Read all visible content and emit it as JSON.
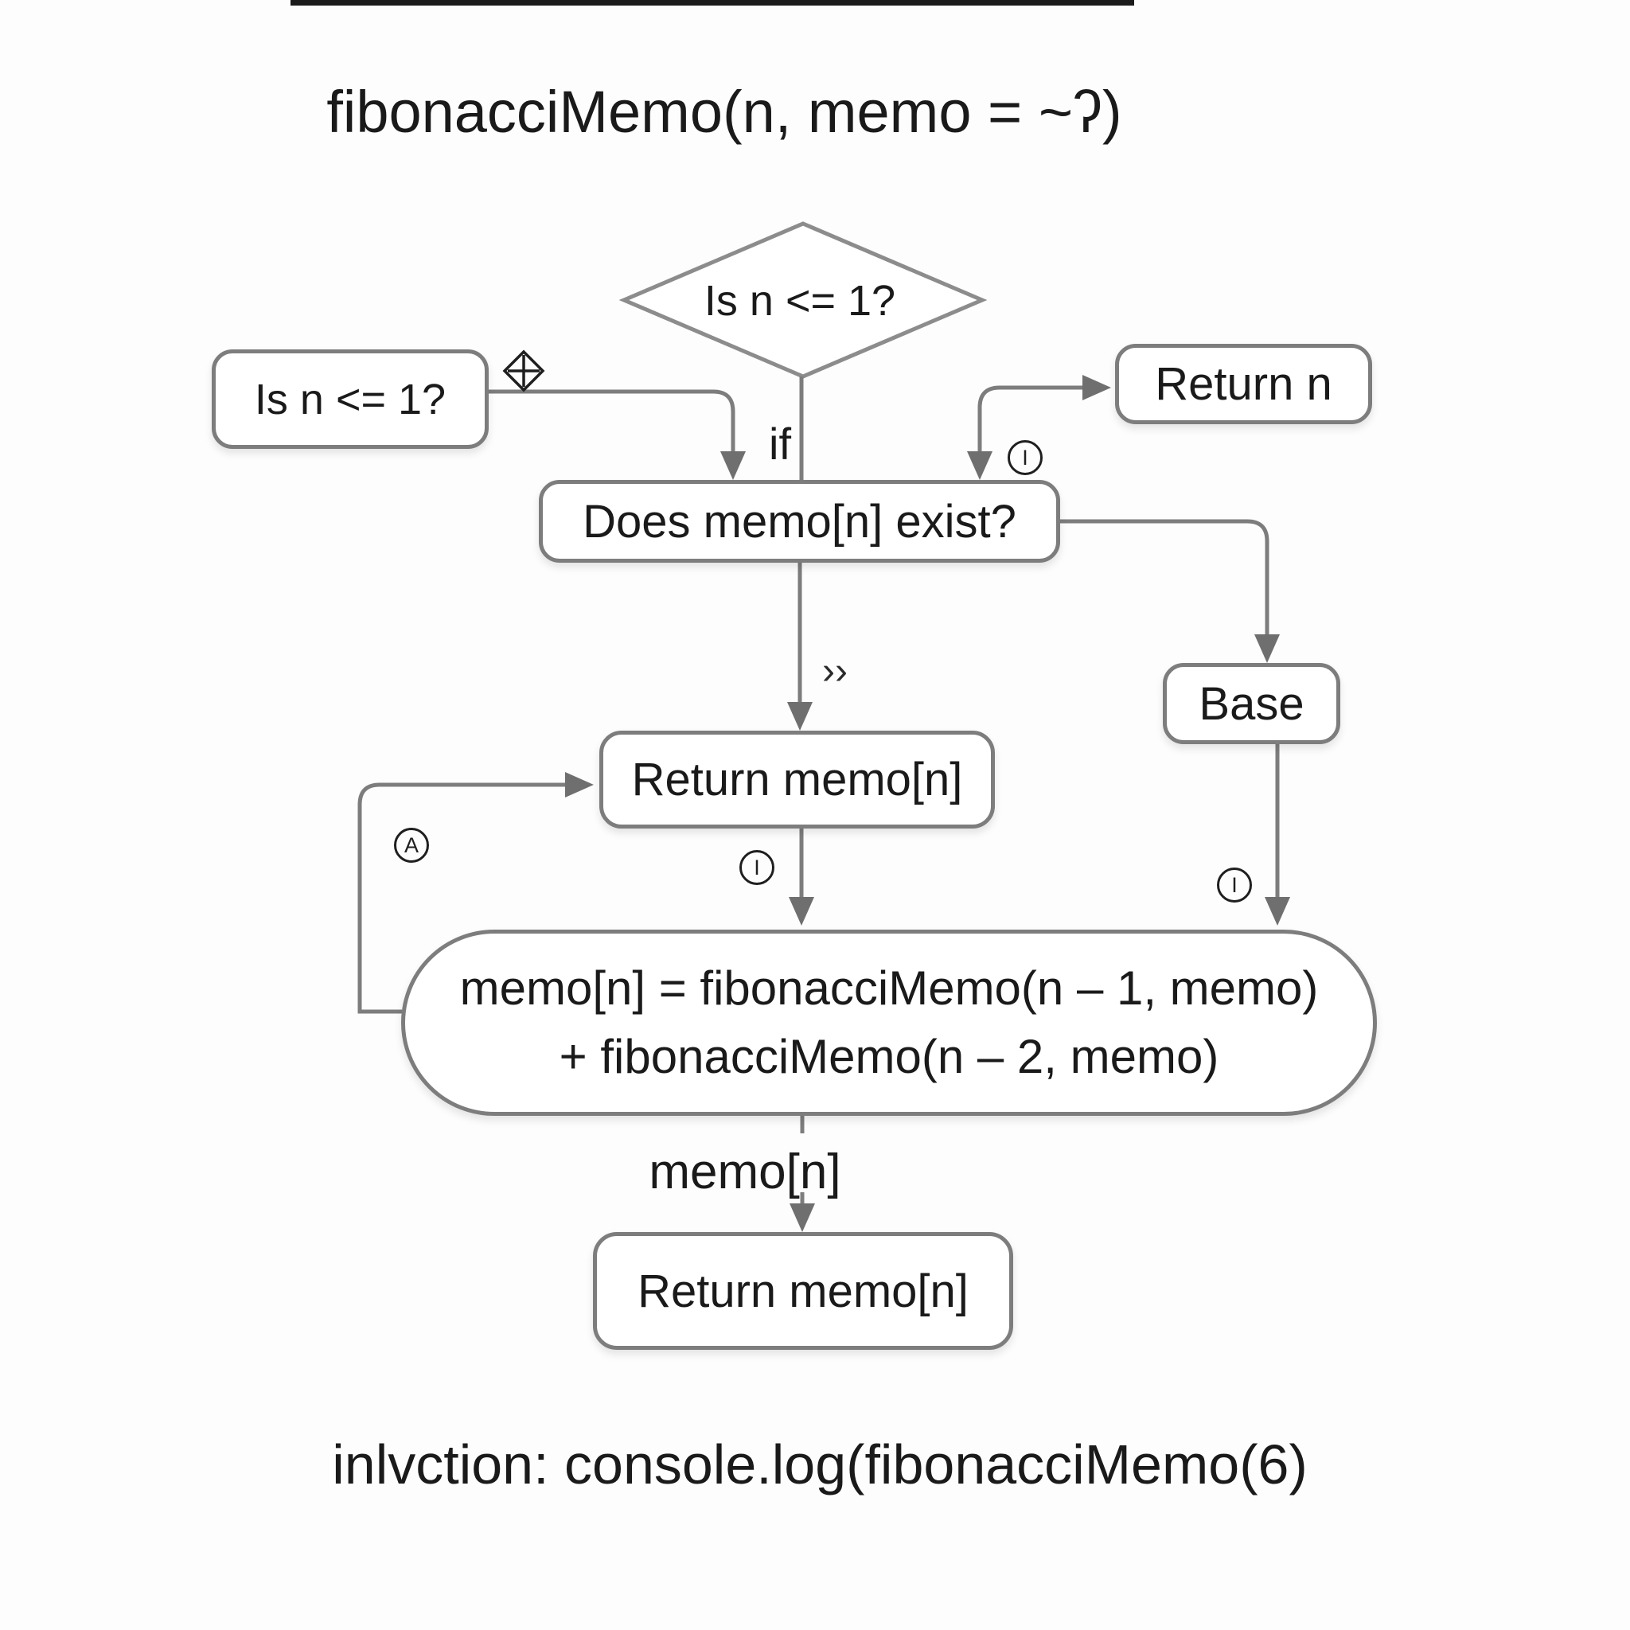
{
  "title": {
    "text": "fibonacciMemo(n, memo = ~ʔ)"
  },
  "flowchart": {
    "nodes": {
      "decision_diamond": {
        "label": "Is n <= 1?"
      },
      "check_box": {
        "label": "Is n <= 1?"
      },
      "return_n_box": {
        "label": "Return n"
      },
      "memo_exists_box": {
        "label": "Does memo[n] exist?"
      },
      "base_box": {
        "label": "Base"
      },
      "return_memo_mid_box": {
        "label": "Return memo[n]"
      },
      "compute_box": {
        "line1": "memo[n] = fibonacciMemo(n – 1, memo)",
        "line2": "+ fibonacciMemo(n – 2, memo)"
      },
      "return_memo_bottom_box": {
        "label": "Return memo[n]"
      }
    },
    "edge_labels": {
      "if": "if",
      "chevrons": "››",
      "memo_n": "memo[n]"
    },
    "badges": {
      "a": "A",
      "i": "I"
    }
  },
  "caption": {
    "text": "inlvction:  console.log(fibonacciMemo(6)"
  },
  "colors": {
    "line": "#7d7d7d",
    "arrow": "#6f6f6f",
    "border": "#7d7d7d",
    "text": "#1a1a1a",
    "badge": "#1f1f1f",
    "top_bar": "#1b1b1b",
    "background": "#fdfdfd"
  }
}
